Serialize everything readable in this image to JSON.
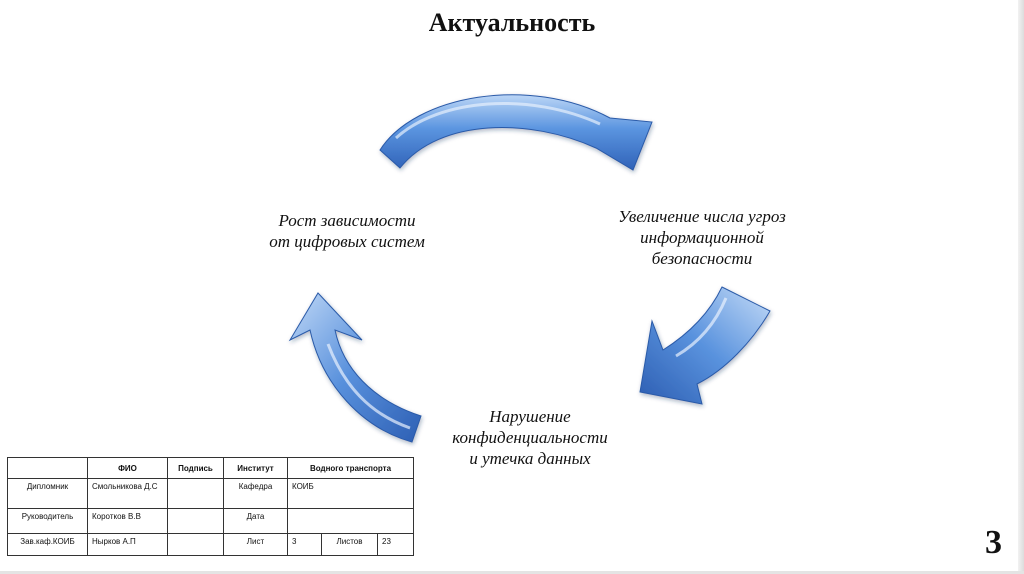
{
  "slide": {
    "title": "Актуальность",
    "page_number": "3"
  },
  "cycle": {
    "left_label": [
      "Рост зависимости",
      "от цифровых систем"
    ],
    "right_label": [
      "Увеличение числа угроз",
      "информационной",
      "безопасности"
    ],
    "bottom_label": [
      "Нарушение",
      "конфиденциальности",
      "и утечка данных"
    ],
    "arrow_color": "#4a86d8"
  },
  "stamp": {
    "headers": [
      "",
      "ФИО",
      "Подпись",
      "Институт",
      "Водного транспорта"
    ],
    "rows": [
      {
        "role": "Дипломник",
        "name": "Смольникова Д.С",
        "sign": "",
        "field": "Кафедра",
        "value": "КОИБ"
      },
      {
        "role": "Руководитель",
        "name": "Коротков В.В",
        "sign": "",
        "field": "Дата",
        "value": ""
      },
      {
        "role": "Зав.каф.КОИБ",
        "name": "Ныpков А.П",
        "sign": "",
        "field": "Лист",
        "sheet": "3",
        "sheets_label": "Листов",
        "sheets": "23"
      }
    ]
  }
}
